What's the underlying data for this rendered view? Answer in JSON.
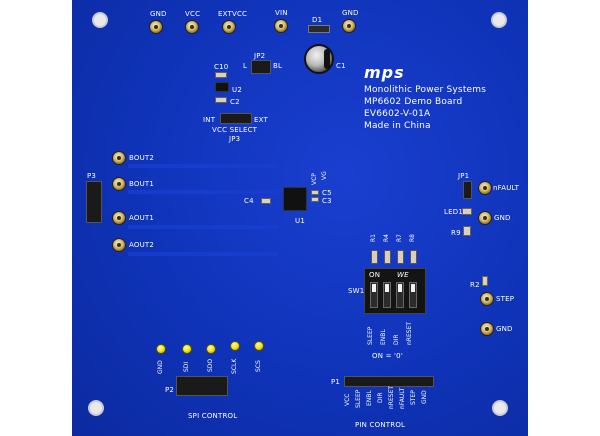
{
  "board": {
    "top_labels": {
      "gnd1": "GND",
      "vcc": "VCC",
      "extvcc": "EXTVCC",
      "vin": "VIN",
      "d1": "D1",
      "gnd2": "GND"
    },
    "jp2_label": "JP2",
    "jp2_left": "L",
    "jp2_right": "BL",
    "c10": "C10",
    "u2": "U2",
    "c2": "C2",
    "c1": "C1",
    "jp3": {
      "int": "INT",
      "ext": "EXT",
      "vcc_select": "VCC SELECT",
      "label": "JP3"
    },
    "mps_logo": "mps",
    "info_lines": [
      "Monolithic Power Systems",
      "MP6602 Demo Board",
      "EV6602-V-01A",
      "Made in China"
    ],
    "outputs": {
      "bout2": "BOUT2",
      "bout1": "BOUT1",
      "aout1": "AOUT1",
      "aout2": "AOUT2"
    },
    "p3": "P3",
    "vcp": "VCP",
    "vg": "VG",
    "c3": "C3",
    "c5": "C5",
    "c4": "C4",
    "u1": "U1",
    "jp1": "JP1",
    "nfault": "nFAULT",
    "led1": "LED1",
    "r9": "R9",
    "gnd_right1": "GND",
    "r2": "R2",
    "step": "STEP",
    "gnd_right2": "GND",
    "dip_resistors": [
      "R1",
      "R4",
      "R7",
      "R8"
    ],
    "sw1": "SW1",
    "dip_on": "ON",
    "dip_brand": "WE",
    "dip_pins": [
      "SLEEP",
      "ENBL",
      "DIR",
      "nRESET"
    ],
    "on_note": "ON = '0'",
    "spi_pins": [
      "GND",
      "SDI",
      "SDO",
      "SCLK",
      "SCS"
    ],
    "p2": "P2",
    "spi_control": "SPI CONTROL",
    "p1": "P1",
    "pin_labels": [
      "VCC",
      "SLEEP",
      "ENBL",
      "DIR",
      "nRESET",
      "nFAULT",
      "STEP",
      "GND"
    ],
    "pin_control": "PIN CONTROL"
  }
}
